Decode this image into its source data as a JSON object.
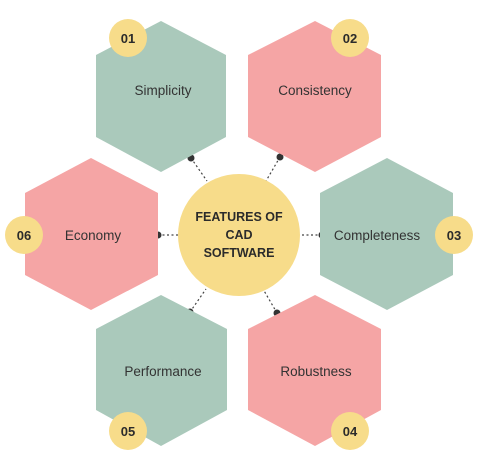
{
  "center": {
    "lines": [
      "FEATURES OF",
      "CAD",
      "SOFTWARE"
    ]
  },
  "colors": {
    "green": "#aac9bb",
    "pink": "#f5a5a5",
    "yellow": "#f7dc8a",
    "text": "#333333"
  },
  "features": [
    {
      "number": "01",
      "label": "Simplicity",
      "color": "green"
    },
    {
      "number": "02",
      "label": "Consistency",
      "color": "pink"
    },
    {
      "number": "03",
      "label": "Completeness",
      "color": "green"
    },
    {
      "number": "04",
      "label": "Robustness",
      "color": "pink"
    },
    {
      "number": "05",
      "label": "Performance",
      "color": "green"
    },
    {
      "number": "06",
      "label": "Economy",
      "color": "pink"
    }
  ]
}
